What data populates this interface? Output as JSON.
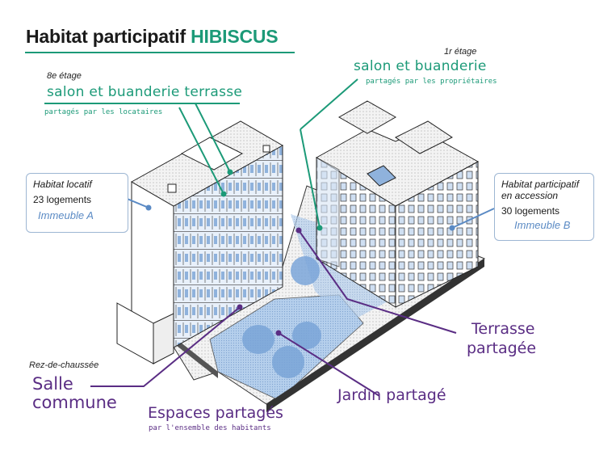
{
  "title": {
    "main": "Habitat participatif",
    "accent": "HIBISCUS"
  },
  "colors": {
    "green": "#1c9a78",
    "purple": "#5a2d84",
    "blue": "#5a8ac4",
    "plaza": "#a9c6e8"
  },
  "labels": {
    "floor8": {
      "level": "8e étage",
      "title": "salon et buanderie  terrasse",
      "sub": "partagés par les locataires"
    },
    "floor1": {
      "level": "1r étage",
      "title": "salon et buanderie",
      "sub": "partagés par les propriétaires"
    },
    "ground": {
      "level": "Rez-de-chaussée",
      "line1": "Salle",
      "line2": "commune"
    },
    "espaces": {
      "title": "Espaces partagés",
      "sub": "par l'ensemble des habitants"
    },
    "jardin": "Jardin partagé",
    "terrasse": {
      "line1": "Terrasse",
      "line2": "partagée"
    }
  },
  "buildings": [
    {
      "type": "Habitat locatif",
      "units": "23 logements",
      "name": "Immeuble A"
    },
    {
      "type_line1": "Habitat participatif",
      "type_line2": "en accession",
      "units": "30 logements",
      "name": "Immeuble B"
    }
  ]
}
